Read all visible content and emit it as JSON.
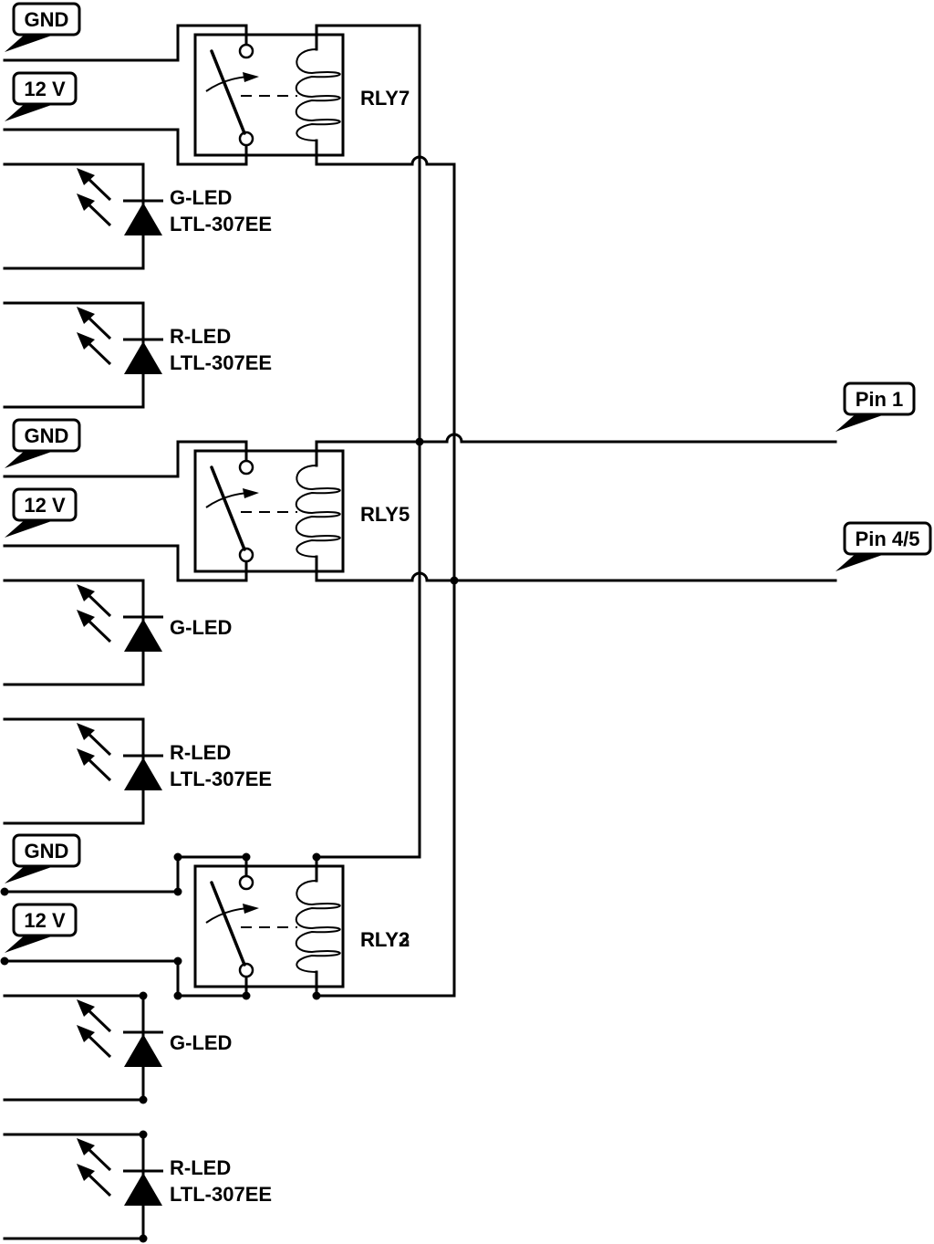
{
  "diagram": {
    "title": "Relay and LED wiring schematic",
    "relays": [
      {
        "id": "relay-top",
        "label": "RLY7",
        "gnd_tag": "GND",
        "vcc_tag": "12 V"
      },
      {
        "id": "relay-middle",
        "label": "RLY5",
        "gnd_tag": "GND",
        "vcc_tag": "12 V"
      },
      {
        "id": "relay-bottom",
        "label": "RLY2/RLY3 (overlapping)",
        "label_a": "RLY2",
        "label_b": "RLY3",
        "gnd_tag": "GND",
        "vcc_tag": "12 V"
      }
    ],
    "leds": [
      {
        "id": "led-1",
        "name": "G-LED",
        "part": "LTL-307EE"
      },
      {
        "id": "led-2",
        "name": "R-LED",
        "part": "LTL-307EE"
      },
      {
        "id": "led-3",
        "name": "G-LED",
        "part": ""
      },
      {
        "id": "led-4",
        "name": "R-LED",
        "part": "LTL-307EE"
      },
      {
        "id": "led-5",
        "name": "G-LED",
        "part": ""
      },
      {
        "id": "led-6",
        "name": "R-LED",
        "part": "LTL-307EE"
      }
    ],
    "outputs": [
      {
        "id": "pin-1",
        "label": "Pin 1"
      },
      {
        "id": "pin-4-5",
        "label": "Pin 4/5"
      }
    ]
  }
}
